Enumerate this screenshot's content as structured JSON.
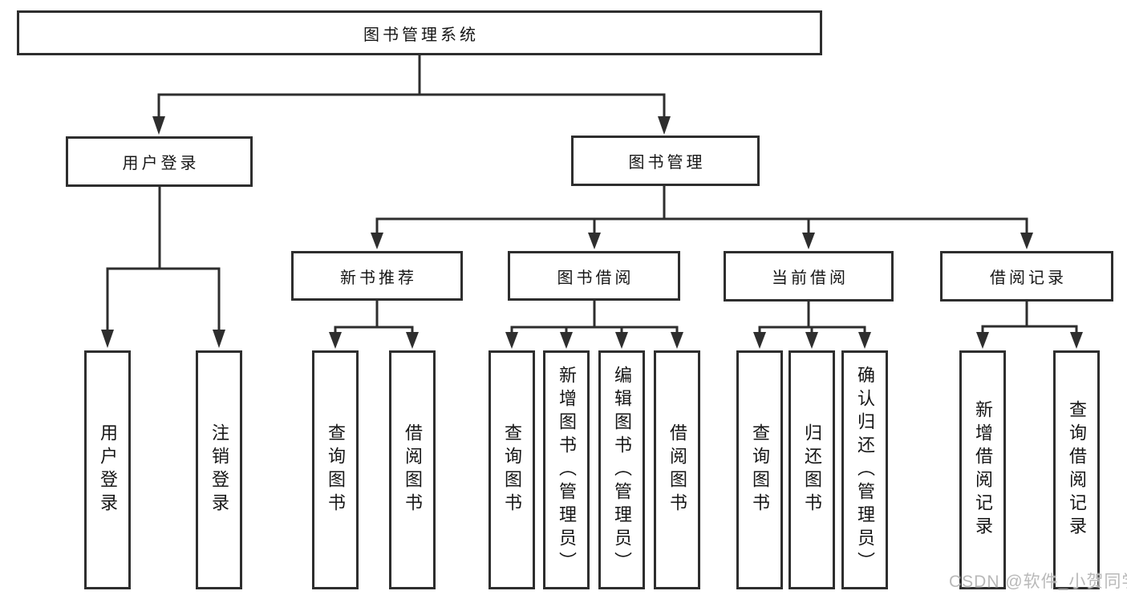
{
  "diagram": {
    "type": "tree-structure-diagram",
    "nodes": {
      "root": {
        "label": "图书管理系统"
      },
      "user_login": {
        "label": "用户登录"
      },
      "book_mgmt": {
        "label": "图书管理"
      },
      "new_book_rec": {
        "label": "新书推荐"
      },
      "book_borrow": {
        "label": "图书借阅"
      },
      "current_borrow": {
        "label": "当前借阅"
      },
      "borrow_record": {
        "label": "借阅记录"
      },
      "user_login_children": {
        "login": {
          "label": "用户登录"
        },
        "logout": {
          "label": "注销登录"
        }
      },
      "new_book_rec_children": {
        "query": {
          "label": "查询图书"
        },
        "borrow": {
          "label": "借阅图书"
        }
      },
      "book_borrow_children": {
        "query": {
          "label": "查询图书"
        },
        "add": {
          "label": "新增图书（管理员）"
        },
        "edit": {
          "label": "编辑图书（管理员）"
        },
        "borrow": {
          "label": "借阅图书"
        }
      },
      "current_borrow_children": {
        "query": {
          "label": "查询图书"
        },
        "return": {
          "label": "归还图书"
        },
        "confirm_return": {
          "label": "确认归还（管理员）"
        }
      },
      "borrow_record_children": {
        "add": {
          "label": "新增借阅记录"
        },
        "query": {
          "label": "查询借阅记录"
        }
      }
    },
    "colors": {
      "line": "#2e2e2e",
      "text": "#161616",
      "background": "#ffffff",
      "watermark": "#b9b9b9"
    }
  },
  "watermark": {
    "text": "CSDN @软件_小贺同学"
  }
}
